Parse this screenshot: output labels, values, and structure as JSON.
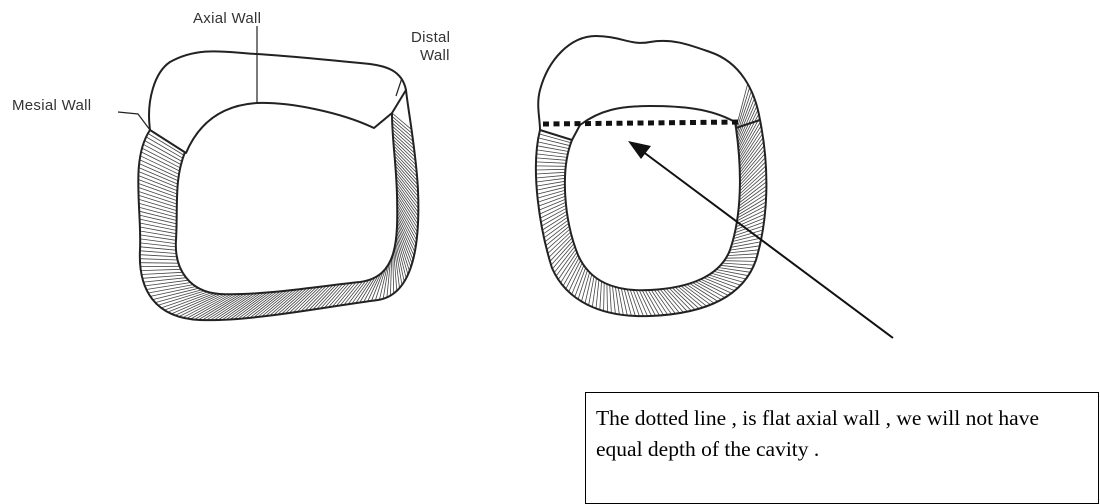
{
  "labels": {
    "axial_wall": "Axial Wall",
    "distal_wall_line1": "Distal",
    "distal_wall_line2": "Wall",
    "mesial_wall": "Mesial Wall"
  },
  "callout": {
    "text": "The dotted line , is flat axial wall , we will not have equal depth of the cavity ."
  },
  "colors": {
    "ink": "#222222",
    "label": "#333333",
    "background": "#ffffff"
  }
}
